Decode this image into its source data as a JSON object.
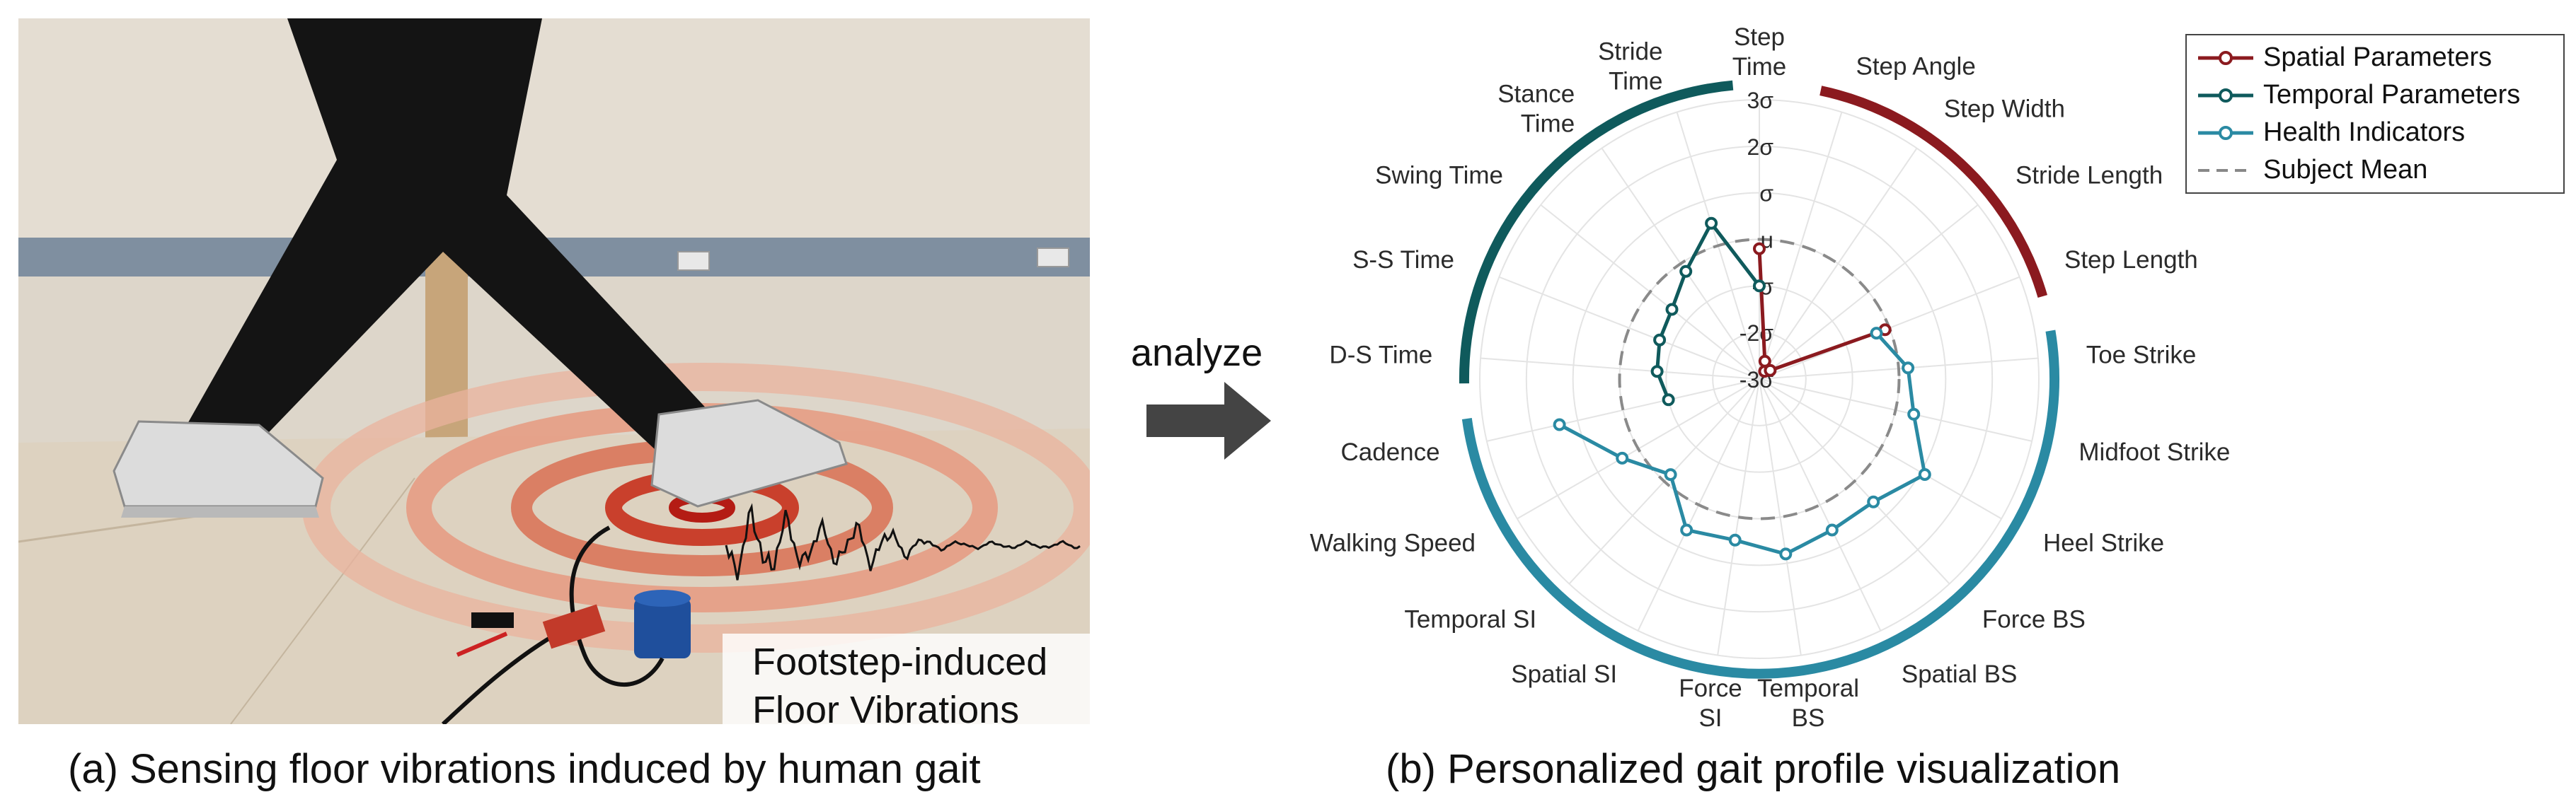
{
  "left_panel": {
    "caption": "(a) Sensing floor vibrations induced by human gait",
    "vibration_label_line1": "Footstep-induced",
    "vibration_label_line2": "Floor Vibrations"
  },
  "arrow_label": "analyze",
  "right_panel": {
    "caption": "(b) Personalized gait profile visualization"
  },
  "legend": [
    {
      "label": "Spatial Parameters",
      "color": "#8b1a1f",
      "style": "line-marker"
    },
    {
      "label": "Temporal Parameters",
      "color": "#0f5a5c",
      "style": "line-marker"
    },
    {
      "label": "Health Indicators",
      "color": "#2a8aa3",
      "style": "line-marker"
    },
    {
      "label": "Subject Mean",
      "color": "#888888",
      "style": "dashed"
    }
  ],
  "chart_data": {
    "type": "radar",
    "ring_labels": [
      "3σ",
      "2σ",
      "σ",
      "μ",
      "-σ",
      "-2σ",
      "-3σ"
    ],
    "rlim": [
      -3,
      3
    ],
    "grid": true,
    "legend_position": "top-right",
    "axes": [
      {
        "label": "Step Time",
        "lines": [
          "Step",
          "Time"
        ]
      },
      {
        "label": "Step Angle",
        "lines": [
          "Step Angle"
        ]
      },
      {
        "label": "Step Width",
        "lines": [
          "Step Width"
        ]
      },
      {
        "label": "Stride Length",
        "lines": [
          "Stride Length"
        ]
      },
      {
        "label": "Step Length",
        "lines": [
          "Step Length"
        ]
      },
      {
        "label": "Toe Strike",
        "lines": [
          "Toe Strike"
        ]
      },
      {
        "label": "Midfoot Strike",
        "lines": [
          "Midfoot Strike"
        ]
      },
      {
        "label": "Heel Strike",
        "lines": [
          "Heel Strike"
        ]
      },
      {
        "label": "Force BS",
        "lines": [
          "Force BS"
        ]
      },
      {
        "label": "Spatial BS",
        "lines": [
          "Spatial BS"
        ]
      },
      {
        "label": "Temporal BS",
        "lines": [
          "Temporal",
          "BS"
        ]
      },
      {
        "label": "Force SI",
        "lines": [
          "Force",
          "SI"
        ]
      },
      {
        "label": "Spatial SI",
        "lines": [
          "Spatial SI"
        ]
      },
      {
        "label": "Temporal SI",
        "lines": [
          "Temporal SI"
        ]
      },
      {
        "label": "Walking Speed",
        "lines": [
          "Walking Speed"
        ]
      },
      {
        "label": "Cadence",
        "lines": [
          "Cadence"
        ]
      },
      {
        "label": "D-S Time",
        "lines": [
          "D-S Time"
        ]
      },
      {
        "label": "S-S Time",
        "lines": [
          "S-S Time"
        ]
      },
      {
        "label": "Swing Time",
        "lines": [
          "Swing Time"
        ]
      },
      {
        "label": "Stance Time",
        "lines": [
          "Stance",
          "Time"
        ]
      },
      {
        "label": "Stride Time",
        "lines": [
          "Stride",
          "Time"
        ]
      }
    ],
    "series": [
      {
        "name": "Spatial Parameters",
        "color": "#8b1a1f",
        "axes": [
          "Step Time",
          "Step Angle",
          "Step Width",
          "Stride Length",
          "Step Length"
        ],
        "values": [
          -0.2,
          -2.6,
          -2.8,
          -2.7,
          -0.1
        ]
      },
      {
        "name": "Temporal Parameters",
        "color": "#0f5a5c",
        "axes": [
          "Cadence",
          "D-S Time",
          "S-S Time",
          "Swing Time",
          "Stance Time",
          "Stride Time",
          "Step Time"
        ],
        "values": [
          -1.0,
          -0.8,
          -0.7,
          -0.6,
          -0.2,
          0.5,
          -1.0
        ]
      },
      {
        "name": "Health Indicators",
        "color": "#2a8aa3",
        "axes": [
          "Step Length",
          "Toe Strike",
          "Midfoot Strike",
          "Heel Strike",
          "Force BS",
          "Spatial BS",
          "Temporal BS",
          "Force SI",
          "Spatial SI",
          "Temporal SI",
          "Walking Speed",
          "Cadence"
        ],
        "values": [
          -0.3,
          0.2,
          0.4,
          1.1,
          0.6,
          0.6,
          0.8,
          0.5,
          0.6,
          -0.2,
          0.4,
          1.4
        ]
      }
    ],
    "subject_mean": 0
  }
}
